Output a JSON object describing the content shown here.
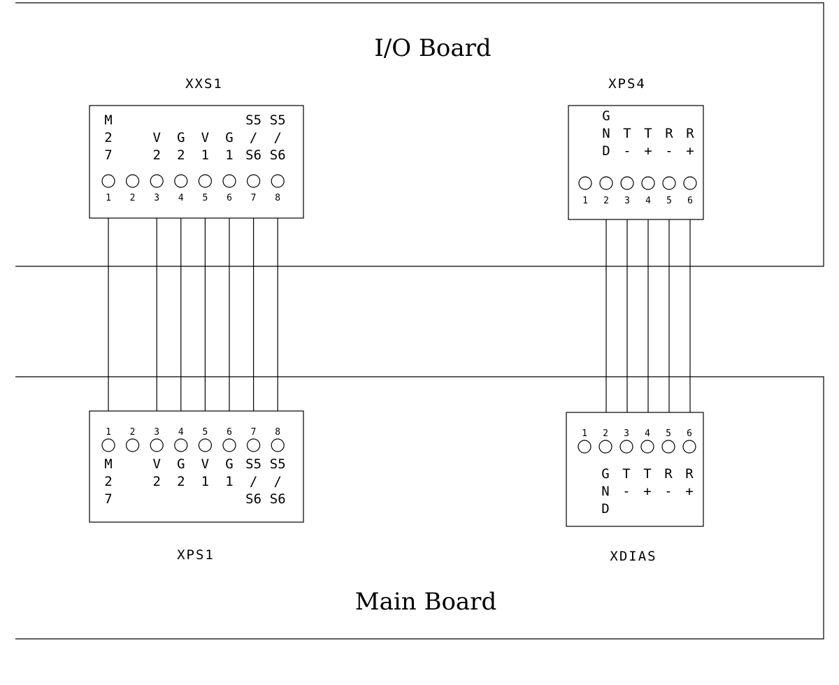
{
  "boards": {
    "io": {
      "title": "I/O Board"
    },
    "main": {
      "title": "Main Board"
    }
  },
  "connectors": {
    "xxs1": {
      "title": "XXS1",
      "pins": [
        {
          "num": "1",
          "label": [
            "M",
            "2",
            "7"
          ]
        },
        {
          "num": "2",
          "label": []
        },
        {
          "num": "3",
          "label": [
            "V",
            "2"
          ]
        },
        {
          "num": "4",
          "label": [
            "G",
            "2"
          ]
        },
        {
          "num": "5",
          "label": [
            "V",
            "1"
          ]
        },
        {
          "num": "6",
          "label": [
            "G",
            "1"
          ]
        },
        {
          "num": "7",
          "label": [
            "S5",
            "/",
            "S6"
          ]
        },
        {
          "num": "8",
          "label": [
            "S5",
            "/",
            "S6"
          ]
        }
      ]
    },
    "xps1": {
      "title": "XPS1",
      "pins": [
        {
          "num": "1",
          "label": [
            "M",
            "2",
            "7"
          ]
        },
        {
          "num": "2",
          "label": []
        },
        {
          "num": "3",
          "label": [
            "V",
            "2"
          ]
        },
        {
          "num": "4",
          "label": [
            "G",
            "2"
          ]
        },
        {
          "num": "5",
          "label": [
            "V",
            "1"
          ]
        },
        {
          "num": "6",
          "label": [
            "G",
            "1"
          ]
        },
        {
          "num": "7",
          "label": [
            "S5",
            "/",
            "S6"
          ]
        },
        {
          "num": "8",
          "label": [
            "S5",
            "/",
            "S6"
          ]
        }
      ]
    },
    "xps4": {
      "title": "XPS4",
      "pins": [
        {
          "num": "1",
          "label": []
        },
        {
          "num": "2",
          "label": [
            "G",
            "N",
            "D"
          ]
        },
        {
          "num": "3",
          "label": [
            "T",
            "-"
          ]
        },
        {
          "num": "4",
          "label": [
            "T",
            "+"
          ]
        },
        {
          "num": "5",
          "label": [
            "R",
            "-"
          ]
        },
        {
          "num": "6",
          "label": [
            "R",
            "+"
          ]
        }
      ]
    },
    "xdias": {
      "title": "XDIAS",
      "pins": [
        {
          "num": "1",
          "label": []
        },
        {
          "num": "2",
          "label": [
            "G",
            "N",
            "D"
          ]
        },
        {
          "num": "3",
          "label": [
            "T",
            "-"
          ]
        },
        {
          "num": "4",
          "label": [
            "T",
            "+"
          ]
        },
        {
          "num": "5",
          "label": [
            "R",
            "-"
          ]
        },
        {
          "num": "6",
          "label": [
            "R",
            "+"
          ]
        }
      ]
    }
  }
}
